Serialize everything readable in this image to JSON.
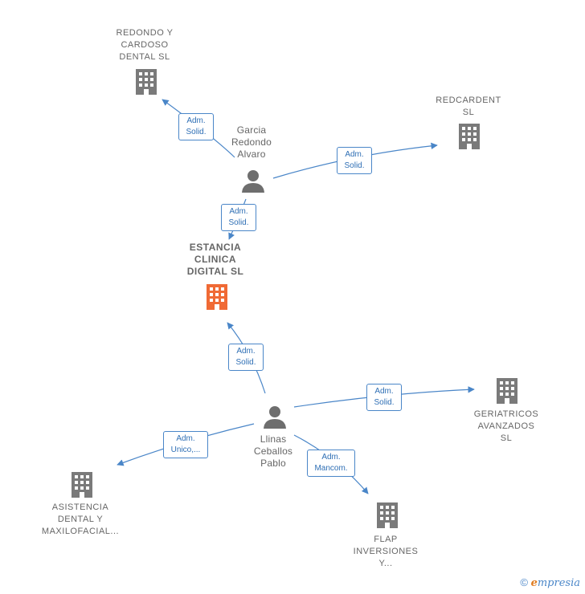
{
  "nodes": {
    "redondo": {
      "label": "REDONDO Y\nCARDOSO\nDENTAL  SL",
      "type": "company"
    },
    "redcardent": {
      "label": "REDCARDENT\nSL",
      "type": "company"
    },
    "estancia": {
      "label": "ESTANCIA\nCLINICA\nDIGITAL  SL",
      "type": "company",
      "main": true
    },
    "geriatricos": {
      "label": "GERIATRICOS\nAVANZADOS\nSL",
      "type": "company"
    },
    "asistencia": {
      "label": "ASISTENCIA\nDENTAL Y\nMAXILOFACIAL...",
      "type": "company"
    },
    "flap": {
      "label": "FLAP\nINVERSIONES\nY...",
      "type": "company"
    },
    "garcia": {
      "label": "Garcia\nRedondo\nAlvaro",
      "type": "person"
    },
    "llinas": {
      "label": "Llinas\nCeballos\nPablo",
      "type": "person"
    }
  },
  "edges": {
    "garcia_redondo": "Adm.\nSolid.",
    "garcia_redcardent": "Adm.\nSolid.",
    "garcia_estancia": "Adm.\nSolid.",
    "llinas_estancia": "Adm.\nSolid.",
    "llinas_geriatricos": "Adm.\nSolid.",
    "llinas_asistencia": "Adm.\nUnico,...",
    "llinas_flap": "Adm.\nMancom."
  },
  "colors": {
    "company": "#7a7a7a",
    "main_company": "#f06a35",
    "person": "#6e6e6e",
    "edge": "#4a86c8"
  },
  "footer": {
    "copyright": "©",
    "brand_first": "e",
    "brand_rest": "mpresia"
  }
}
